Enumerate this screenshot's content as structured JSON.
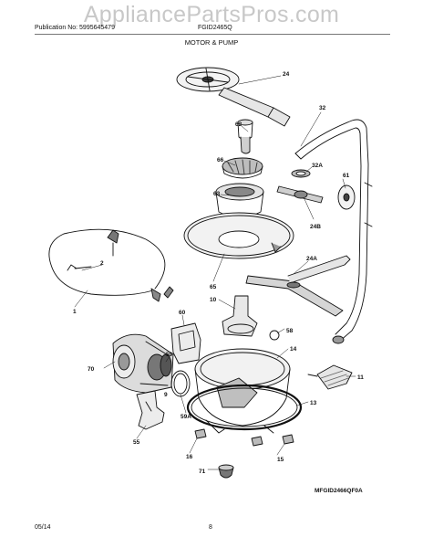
{
  "watermark": "AppliancePartsPros.com",
  "header": {
    "publication": "Publication No: 5995645479",
    "model": "FGID2465Q",
    "section_title": "MOTOR & PUMP"
  },
  "figure_id": "MFGID2466QF0A",
  "footer": {
    "date": "05/14",
    "page": "8"
  },
  "callouts": [
    "24",
    "62",
    "32",
    "66",
    "32A",
    "63",
    "61",
    "24B",
    "65",
    "2",
    "24A",
    "1",
    "10",
    "60",
    "58",
    "14",
    "70",
    "59",
    "11",
    "9",
    "13",
    "59A",
    "55",
    "16",
    "71",
    "15"
  ]
}
